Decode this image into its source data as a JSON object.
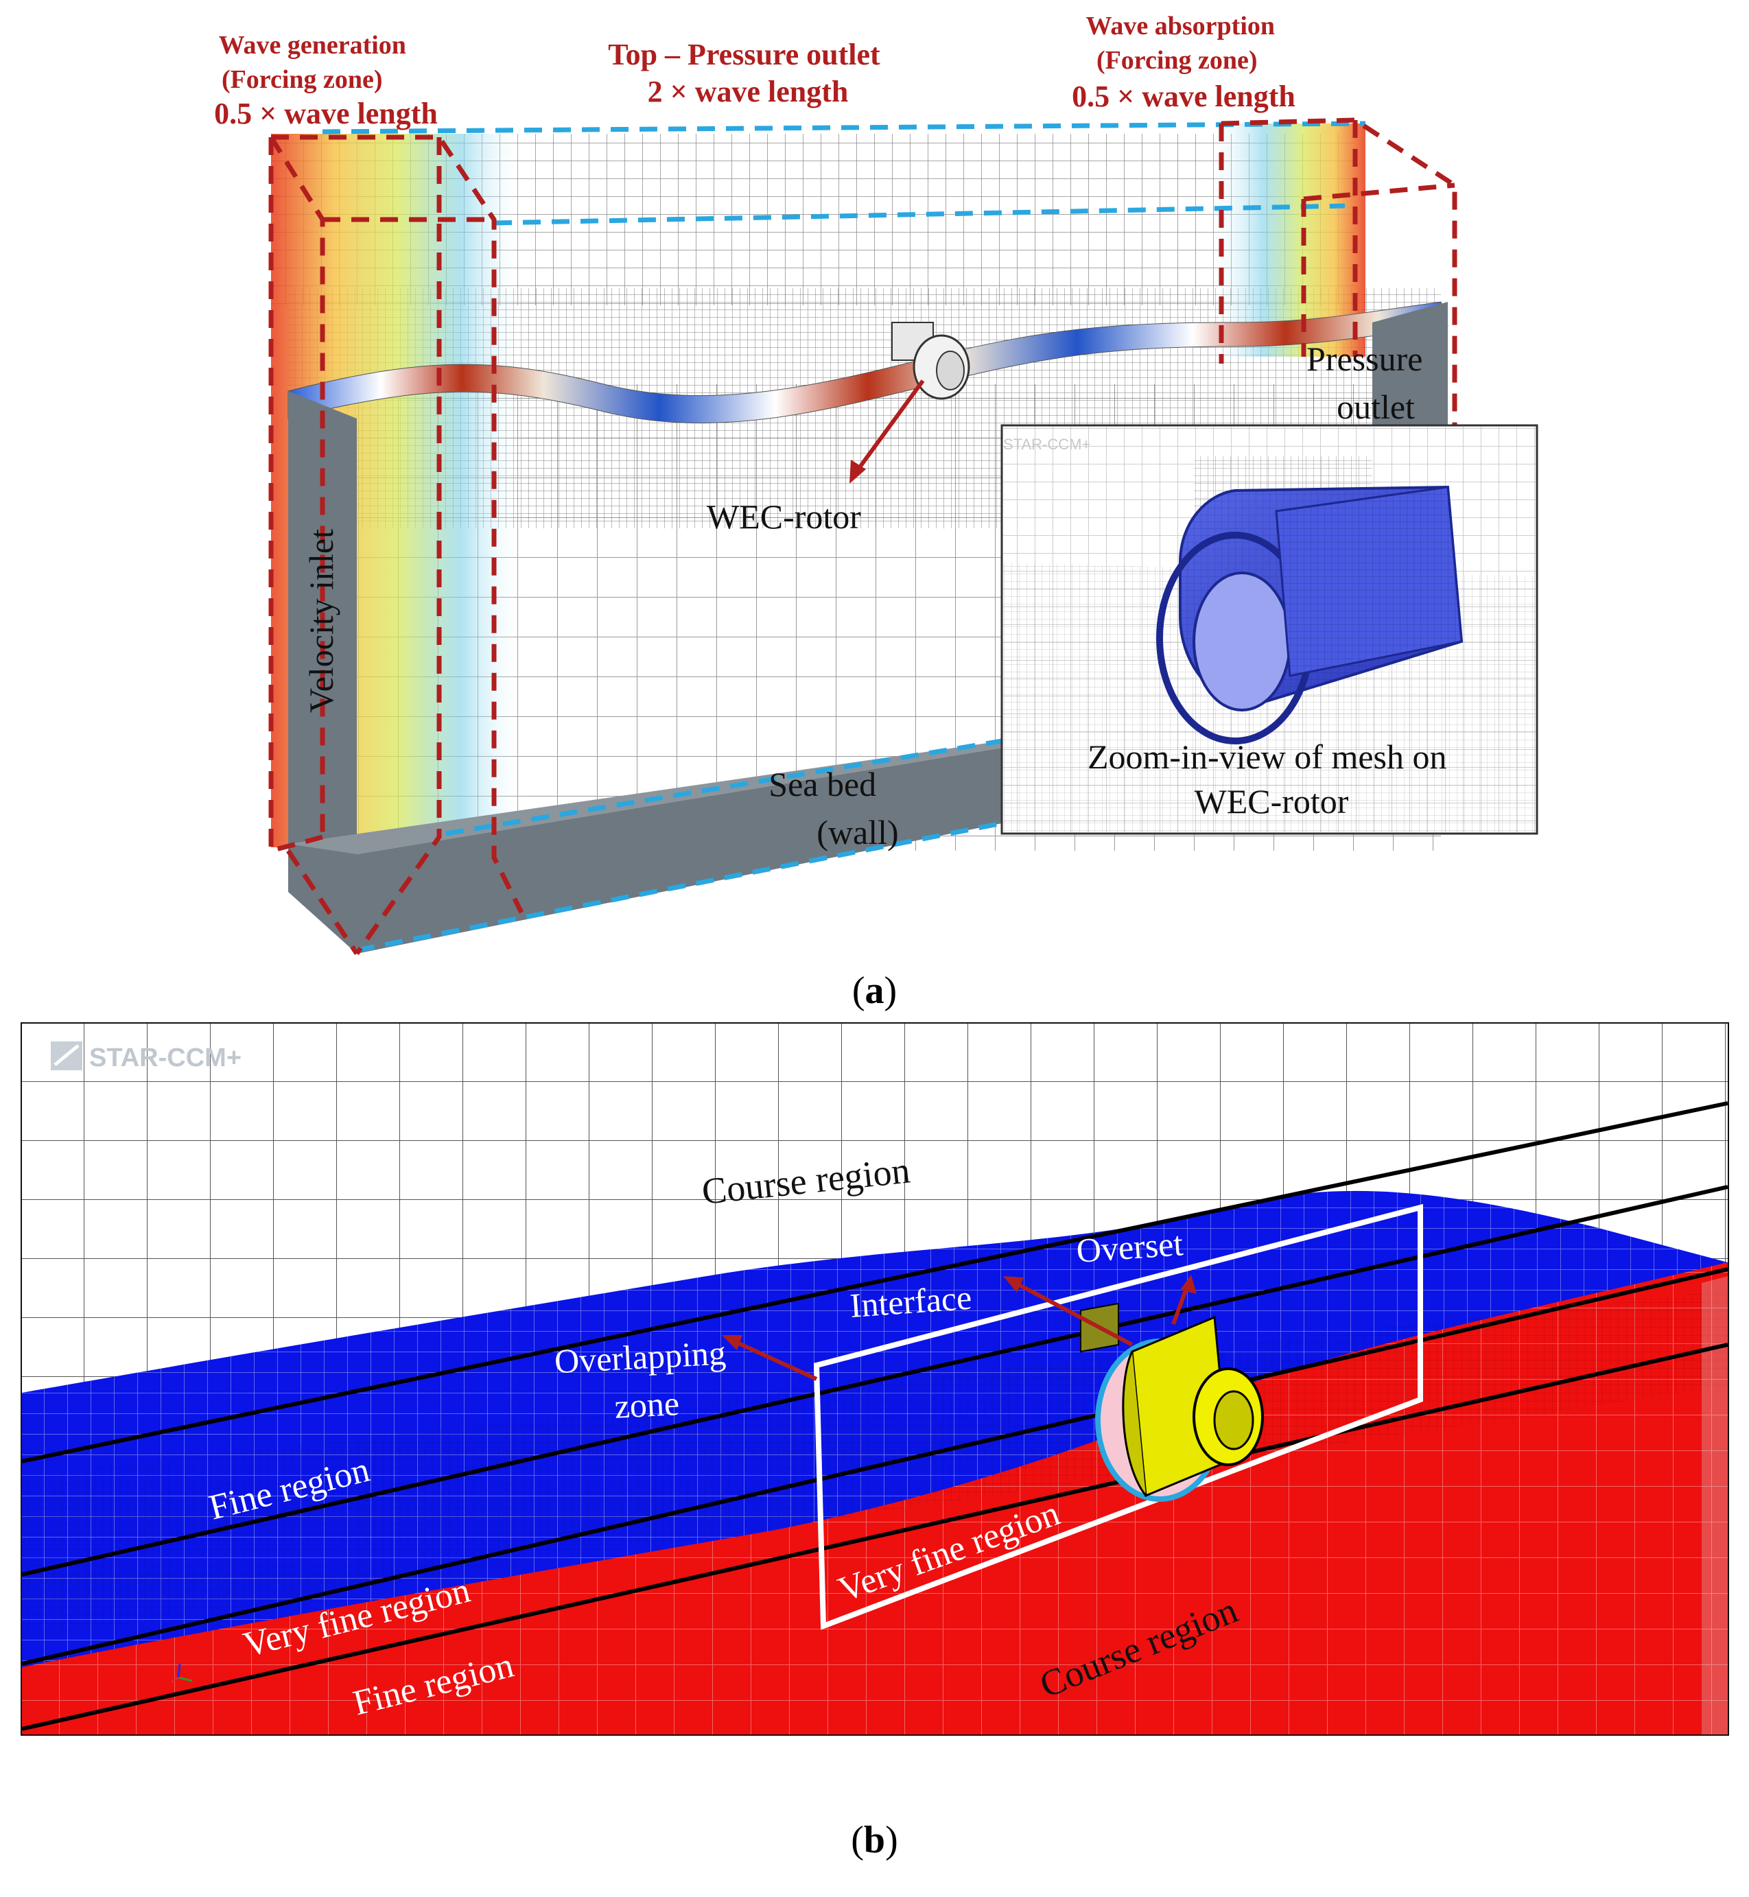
{
  "panel_a": {
    "caption_letter": "a",
    "wave_generation": {
      "line1": "Wave generation",
      "line2": "(Forcing zone)",
      "line3": "0.5 × wave length"
    },
    "top": {
      "line1": "Top – Pressure outlet",
      "line2": "2 × wave length"
    },
    "wave_absorption": {
      "line1": "Wave absorption",
      "line2": "(Forcing zone)",
      "line3": "0.5 × wave length"
    },
    "pressure_outlet": {
      "line1": "Pressure",
      "line2": "outlet"
    },
    "velocity_inlet": "Velocity inlet",
    "wec_rotor": "WEC-rotor",
    "sea_bed": {
      "line1": "Sea bed",
      "line2": "(wall)"
    },
    "zoom": {
      "line1": "Zoom-in-view of mesh on",
      "line2": "WEC-rotor"
    },
    "watermark": "STAR-CCM+"
  },
  "panel_b": {
    "caption_letter": "b",
    "logo": "STAR-CCM+",
    "course_top": "Course region",
    "overset": "Overset",
    "interface": "Interface",
    "overlapping": {
      "line1": "Overlapping",
      "line2": "zone"
    },
    "fine_upper": "Fine region",
    "very_fine_box": "Very fine region",
    "very_fine_left": "Very fine region",
    "fine_lower": "Fine region",
    "course_bottom": "Course region"
  },
  "colors": {
    "forcing_dash": "#b01e1e",
    "boundary_dash": "#2aa7e0",
    "wall_gray": "#6e7880",
    "water_blue": "#0a14e6",
    "air_red": "#ee0f0f",
    "rotor_yellow": "#e8e800",
    "annotation_red": "#b01e1e"
  }
}
